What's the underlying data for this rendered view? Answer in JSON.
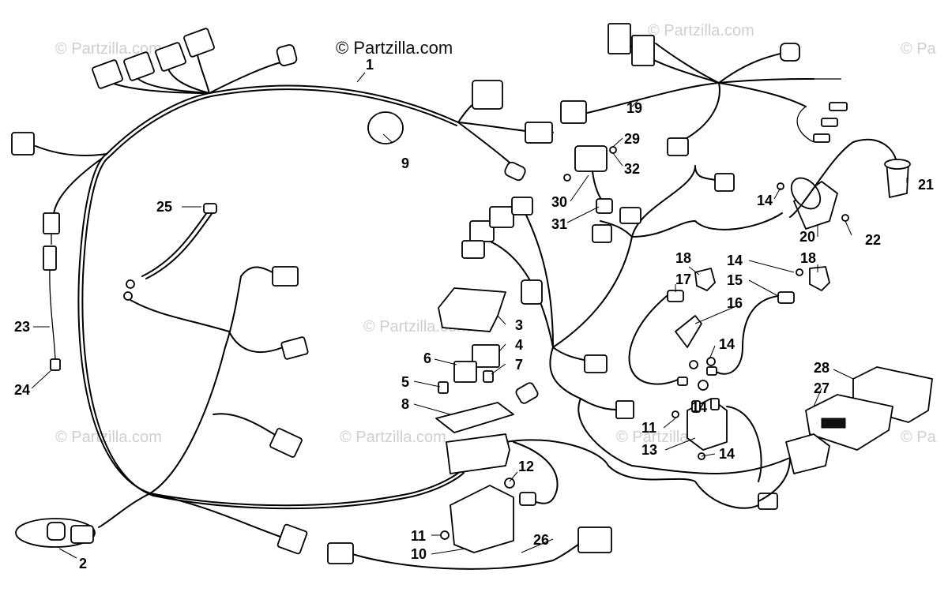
{
  "watermarks": [
    "© Partzilla.com",
    "© Partzilla.com",
    "© Partzilla.com",
    "© Pa",
    "© Partzilla.com",
    "© Partzilla.com",
    "© Partzilla.com",
    "© Pa"
  ],
  "copyright": "© Partzilla.com",
  "labels": [
    "1",
    "2",
    "3",
    "4",
    "5",
    "6",
    "7",
    "8",
    "9",
    "10",
    "11",
    "11",
    "12",
    "13",
    "14",
    "14",
    "14",
    "14",
    "14",
    "15",
    "16",
    "17",
    "18",
    "18",
    "19",
    "20",
    "21",
    "22",
    "23",
    "24",
    "25",
    "26",
    "27",
    "28",
    "29",
    "30",
    "31",
    "32"
  ]
}
